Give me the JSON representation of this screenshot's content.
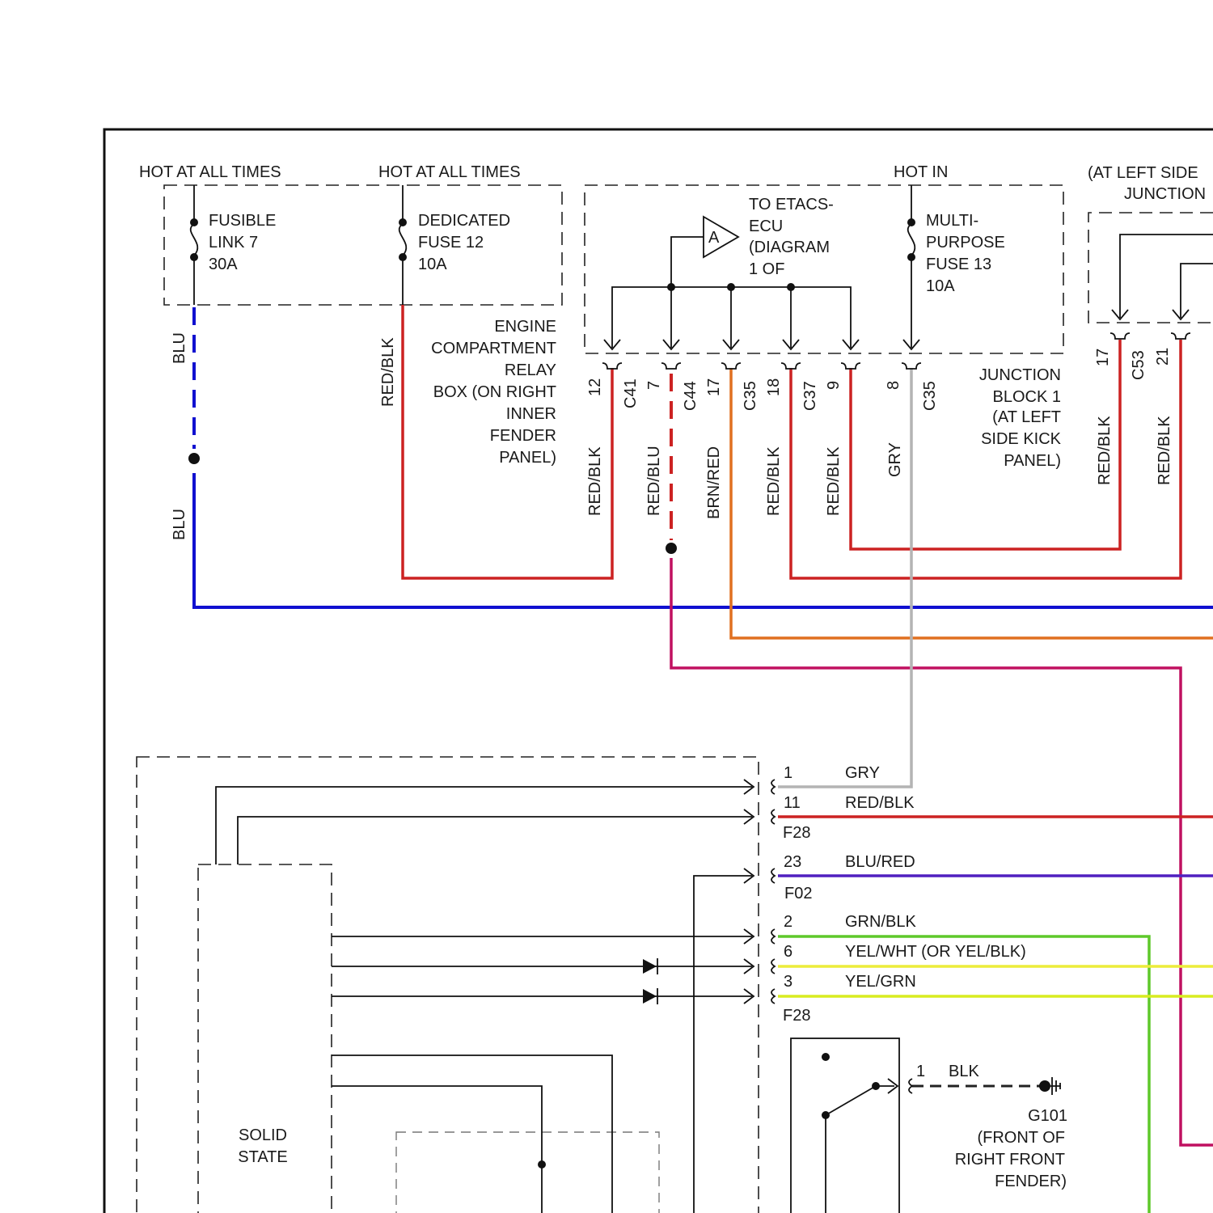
{
  "top_labels": {
    "hot_1": "HOT AT ALL TIMES",
    "hot_2": "HOT AT ALL TIMES",
    "hot_3": "HOT IN",
    "left_side": "(AT LEFT SIDE",
    "junction": "JUNCTION"
  },
  "fusible_link": [
    "FUSIBLE",
    "LINK 7",
    "30A"
  ],
  "dedicated_fuse": [
    "DEDICATED",
    "FUSE 12",
    "10A"
  ],
  "etacs": [
    "TO ETACS-",
    "ECU",
    "(DIAGRAM",
    "1 OF"
  ],
  "etacs_marker": "A",
  "multipurpose_fuse": [
    "MULTI-",
    "PURPOSE",
    "FUSE 13",
    "10A"
  ],
  "engine_box": [
    "ENGINE",
    "COMPARTMENT",
    "RELAY",
    "BOX (ON RIGHT",
    "INNER",
    "FENDER",
    "PANEL)"
  ],
  "junction_block": [
    "JUNCTION",
    "BLOCK 1",
    "(AT LEFT",
    "SIDE KICK",
    "PANEL)"
  ],
  "pins": {
    "p12": "12",
    "c41": "C41",
    "p7": "7",
    "c44": "C44",
    "p17": "17",
    "c35a": "C35",
    "p18": "18",
    "c37": "C37",
    "p9": "9",
    "p8": "8",
    "c35b": "C35",
    "p17b": "17",
    "c53": "C53",
    "p21": "21"
  },
  "wires": {
    "blu": "BLU",
    "blu2": "BLU",
    "red_blk_1": "RED/BLK",
    "red_blk_2": "RED/BLK",
    "red_blu": "RED/BLU",
    "brn_red": "BRN/RED",
    "red_blk_3": "RED/BLK",
    "red_blk_4": "RED/BLK",
    "gry": "GRY",
    "red_blk_5": "RED/BLK",
    "red_blk_6": "RED/BLK"
  },
  "connector_rows": [
    {
      "pin": "1",
      "wire": "GRY"
    },
    {
      "pin": "11",
      "wire": "RED/BLK"
    },
    {
      "pin": "23",
      "wire": "BLU/RED"
    },
    {
      "pin": "2",
      "wire": "GRN/BLK"
    },
    {
      "pin": "6",
      "wire": "YEL/WHT (OR YEL/BLK)"
    },
    {
      "pin": "3",
      "wire": "YEL/GRN"
    }
  ],
  "connector_ids": {
    "f28a": "F28",
    "f02": "F02",
    "f28b": "F28"
  },
  "solid_state": [
    "SOLID",
    "STATE"
  ],
  "ground": {
    "pin": "1",
    "wire": "BLK",
    "id": "G101",
    "desc": [
      "(FRONT OF",
      "RIGHT FRONT",
      "FENDER)"
    ]
  },
  "colors": {
    "blu": "#1010d0",
    "red": "#cc2222",
    "brn_red": "#e07020",
    "red_blu": "#c01060",
    "gry": "#b4b4b4",
    "grn": "#5ec82a",
    "yel": "#ecec3a",
    "blu_red": "#5020c0"
  }
}
